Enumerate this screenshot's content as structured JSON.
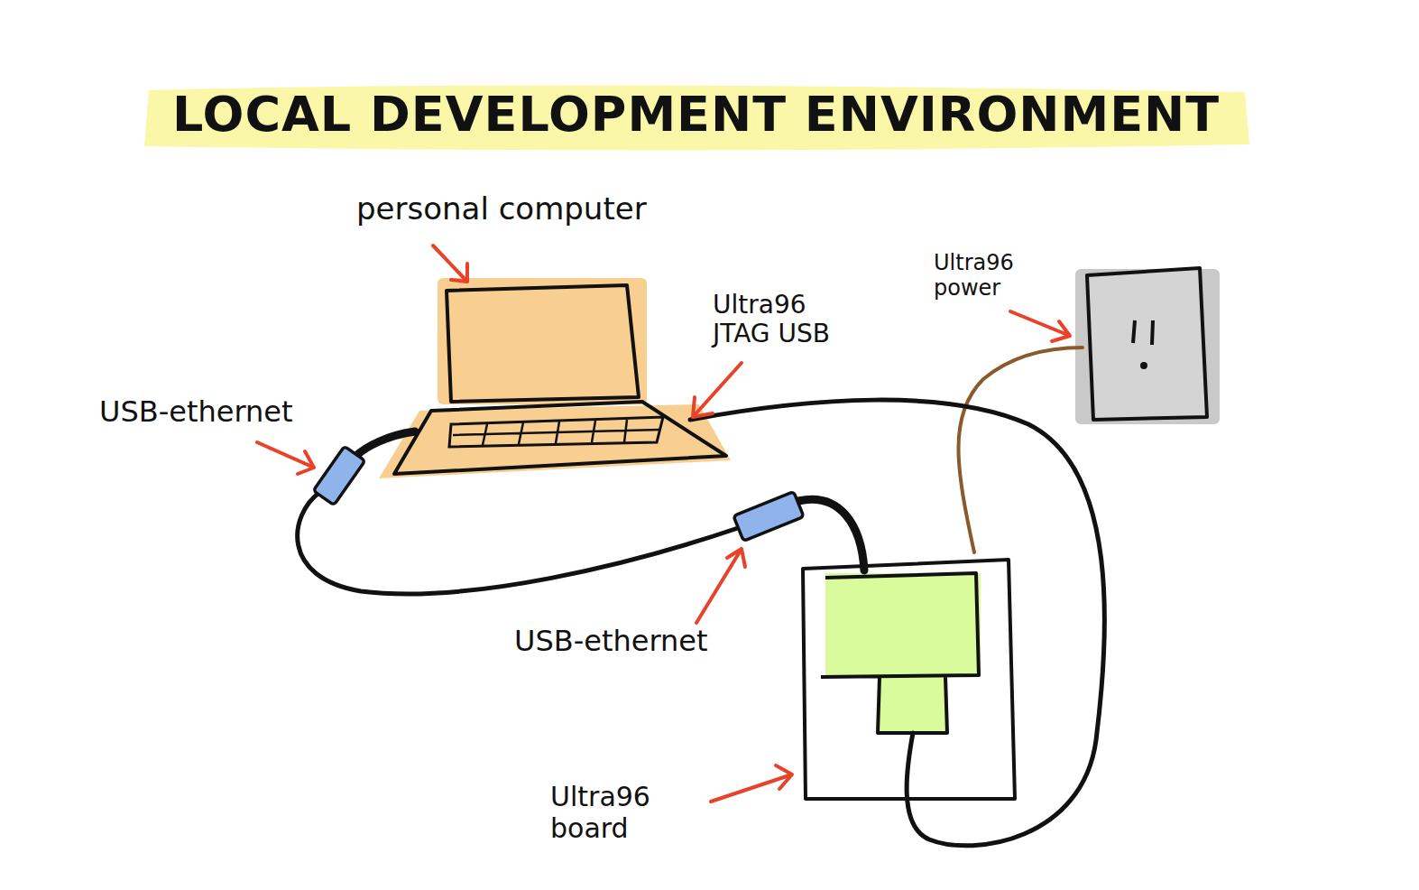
{
  "diagram": {
    "title": "LOCAL DEVELOPMENT ENVIRONMENT",
    "labels": [
      "personal computer",
      "Ultra96 JTAG USB",
      "Ultra96 power",
      "USB-ethernet",
      "USB-ethernet",
      "Ultra96 board"
    ]
  }
}
